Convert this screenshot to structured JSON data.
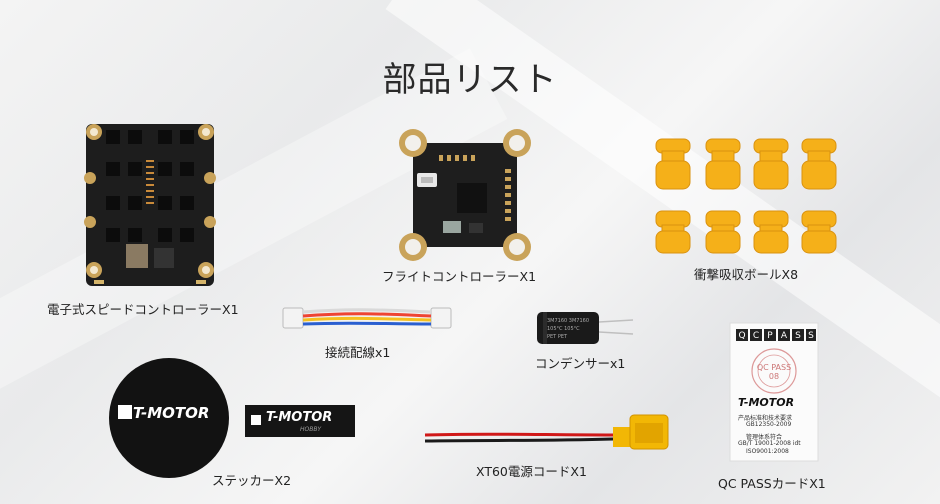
{
  "title": "部品リスト",
  "labels": {
    "esc": "電子式スピードコントローラーX1",
    "fc": "フライトコントローラーX1",
    "balls": "衝撃吸収ボールX8",
    "wire": "接続配線x1",
    "capacitor": "コンデンサーx1",
    "stickers": "ステッカーX2",
    "xt60": "XT60電源コードX1",
    "qc": "QC PASSカードX1"
  },
  "images": {
    "sticker_brand": "T-MOTOR",
    "sticker_sub": "HOBBY",
    "capacitor_text": "3M7160 3M7160 105°C 105°C PET PET",
    "qc_card_header": "QCPASS",
    "qc_stamp": "QC PASS 08",
    "qc_brand": "T-MOTOR",
    "qc_lines": [
      "产品标准和技术要求",
      "GB12350-2009",
      "管理体系符合",
      "GB/T 19001-2008 idt",
      "ISO9001:2008"
    ]
  },
  "colors": {
    "pcb": "#1b1b1b",
    "gold": "#c9a35a",
    "rubber": "#f5b019",
    "wire_red": "#d01818",
    "wire_black": "#1a1a1a",
    "connector": "#f2b705"
  }
}
